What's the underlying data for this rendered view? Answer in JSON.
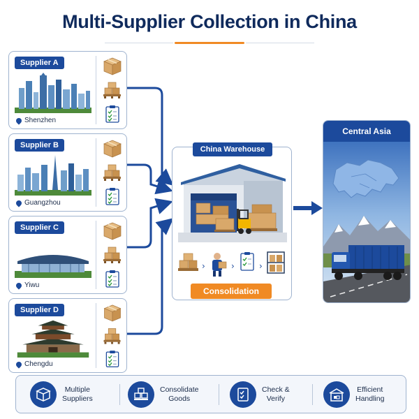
{
  "title": "Multi-Supplier Collection in China",
  "suppliers": [
    {
      "label": "Supplier A",
      "city": "Shenzhen"
    },
    {
      "label": "Supplier B",
      "city": "Guangzhou"
    },
    {
      "label": "Supplier C",
      "city": "Yiwu"
    },
    {
      "label": "Supplier D",
      "city": "Chengdu"
    }
  ],
  "warehouse": {
    "label": "China Warehouse",
    "badge": "Consolidation"
  },
  "destination": {
    "label": "Central Asia"
  },
  "features": [
    {
      "label": "Multiple\nSuppliers",
      "icon": "boxes-icon"
    },
    {
      "label": "Consolidate\nGoods",
      "icon": "pallet-icon"
    },
    {
      "label": "Check &\nVerify",
      "icon": "checklist-icon"
    },
    {
      "label": "Efficient\nHandling",
      "icon": "warehouse-icon"
    }
  ],
  "colors": {
    "navy": "#0f2a5c",
    "blue": "#1c4a9c",
    "orange": "#f08a24",
    "cardboard": "#d9a86a"
  }
}
